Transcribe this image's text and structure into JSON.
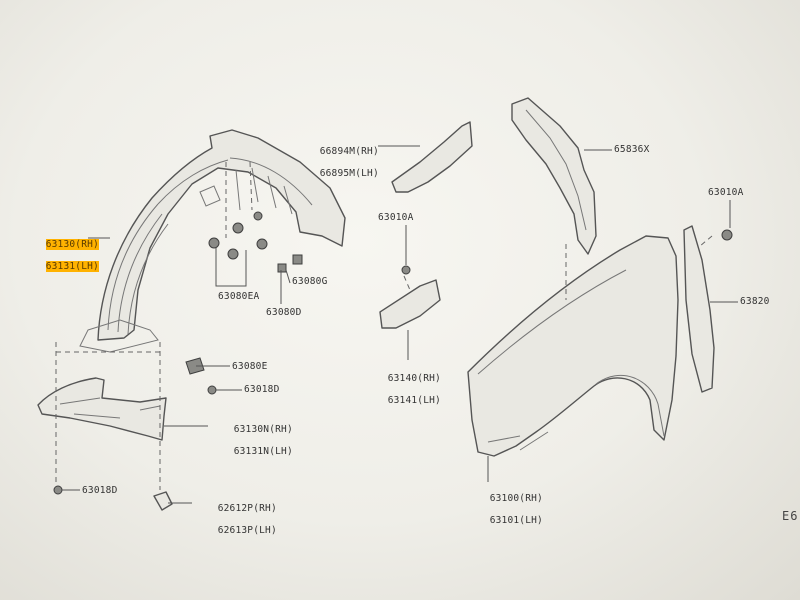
{
  "highlight_color": "#ffb200",
  "callouts": {
    "rear_liner": {
      "line1": "63130(RH)",
      "line2": "63131(LH)",
      "highlighted": true
    },
    "clip_ea": {
      "text": "63080EA"
    },
    "clip_g": {
      "text": "63080G"
    },
    "clip_d": {
      "text": "63080D"
    },
    "clip_e": {
      "text": "63080E"
    },
    "screw_upper": {
      "text": "63018D"
    },
    "cover_n": {
      "line1": "63130N(RH)",
      "line2": "63131N(LH)"
    },
    "screw_lower": {
      "text": "63018D"
    },
    "seal": {
      "line1": "62612P(RH)",
      "line2": "62613P(LH)"
    },
    "bracket_m": {
      "line1": "66894M(RH)",
      "line2": "66895M(LH)"
    },
    "clip_a_mid": {
      "text": "63010A"
    },
    "fender_bracket": {
      "line1": "63140(RH)",
      "line2": "63141(LH)"
    },
    "insulator": {
      "text": "65836X"
    },
    "clip_a_right": {
      "text": "63010A"
    },
    "protector": {
      "text": "63820"
    },
    "fender": {
      "line1": "63100(RH)",
      "line2": "63101(LH)"
    }
  },
  "sheet_code": "E6"
}
